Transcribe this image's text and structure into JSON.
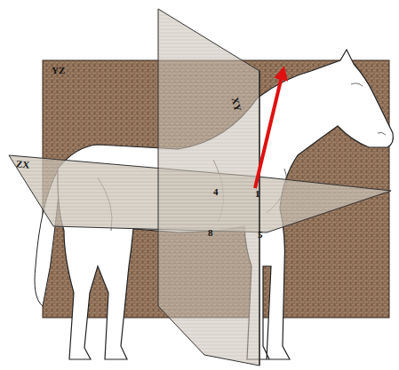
{
  "diagram": {
    "labels": [
      "YZ",
      "ZX",
      "XY",
      "4",
      "1",
      "8",
      "5"
    ]
  }
}
